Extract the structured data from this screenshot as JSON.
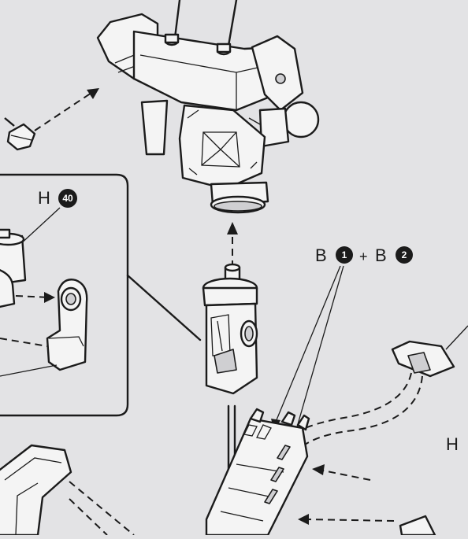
{
  "labels": {
    "part_h40": {
      "letter": "H",
      "number": "40"
    },
    "parts_b": {
      "first_letter": "B",
      "first_number": "1",
      "plus": "+",
      "second_letter": "B",
      "second_number": "2"
    },
    "part_h_right": {
      "letter": "H"
    }
  },
  "colors": {
    "ink": "#1b1b1b",
    "paper": "#e3e3e5",
    "part_fill": "#f4f4f4",
    "shade": "#cfcfd2"
  },
  "icons": [
    "filled-circle-number",
    "dashed-arrow",
    "solid-arrow"
  ]
}
